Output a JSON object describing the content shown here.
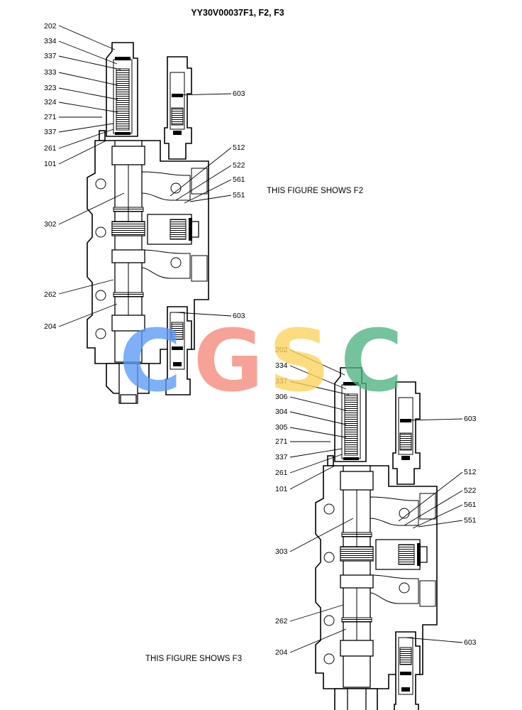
{
  "title": "YY30V00037F1, F2, F3",
  "watermark": {
    "letters": [
      "C",
      "G",
      "S",
      "C"
    ],
    "colors": [
      "#5B9BF5",
      "#F5897A",
      "#FCD35C",
      "#4FB381"
    ]
  },
  "figure_f2": {
    "caption": "THIS FIGURE SHOWS  F2",
    "labels_left": [
      "202",
      "334",
      "337",
      "333",
      "323",
      "324",
      "271",
      "337",
      "261",
      "101",
      "302",
      "262",
      "204"
    ],
    "labels_right": [
      "603",
      "512",
      "522",
      "561",
      "551",
      "603"
    ]
  },
  "figure_f3": {
    "caption": "THIS FIGURE SHOWS  F3",
    "labels_left": [
      "202",
      "334",
      "337",
      "306",
      "304",
      "305",
      "271",
      "337",
      "261",
      "101",
      "303",
      "262",
      "204"
    ],
    "labels_right": [
      "603",
      "512",
      "522",
      "561",
      "551",
      "603"
    ]
  }
}
